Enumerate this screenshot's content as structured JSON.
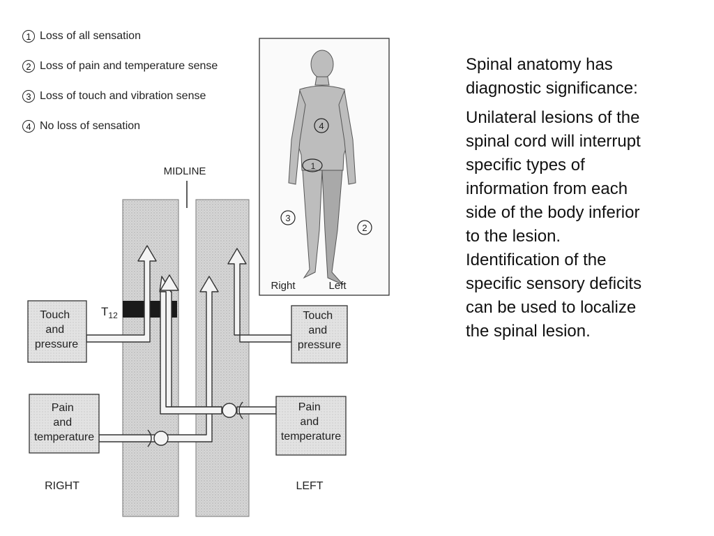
{
  "legend": [
    {
      "num": "1",
      "text": "Loss of all sensation"
    },
    {
      "num": "2",
      "text": "Loss of pain and temperature sense"
    },
    {
      "num": "3",
      "text": "Loss of touch and vibration sense"
    },
    {
      "num": "4",
      "text": "No loss of sensation"
    }
  ],
  "diagram": {
    "midline_label": "MIDLINE",
    "level_label": "T",
    "level_subscript": "12",
    "right_touch": [
      "Touch",
      "and",
      "pressure"
    ],
    "left_touch": [
      "Touch",
      "and",
      "pressure"
    ],
    "right_pain": [
      "Pain",
      "and",
      "temperature"
    ],
    "left_pain": [
      "Pain",
      "and",
      "temperature"
    ],
    "right_side_label": "RIGHT",
    "left_side_label": "LEFT"
  },
  "body_figure": {
    "region_4": "4",
    "region_1": "1",
    "region_3": "3",
    "region_2": "2",
    "right_label": "Right",
    "left_label": "Left"
  },
  "text_panel": {
    "heading": "Spinal anatomy has diagnostic significance:",
    "body": "Unilateral lesions of the spinal cord will interrupt specific types of information from each side of the body inferior to the lesion. Identification of the specific sensory deficits can be used to localize the spinal lesion."
  }
}
